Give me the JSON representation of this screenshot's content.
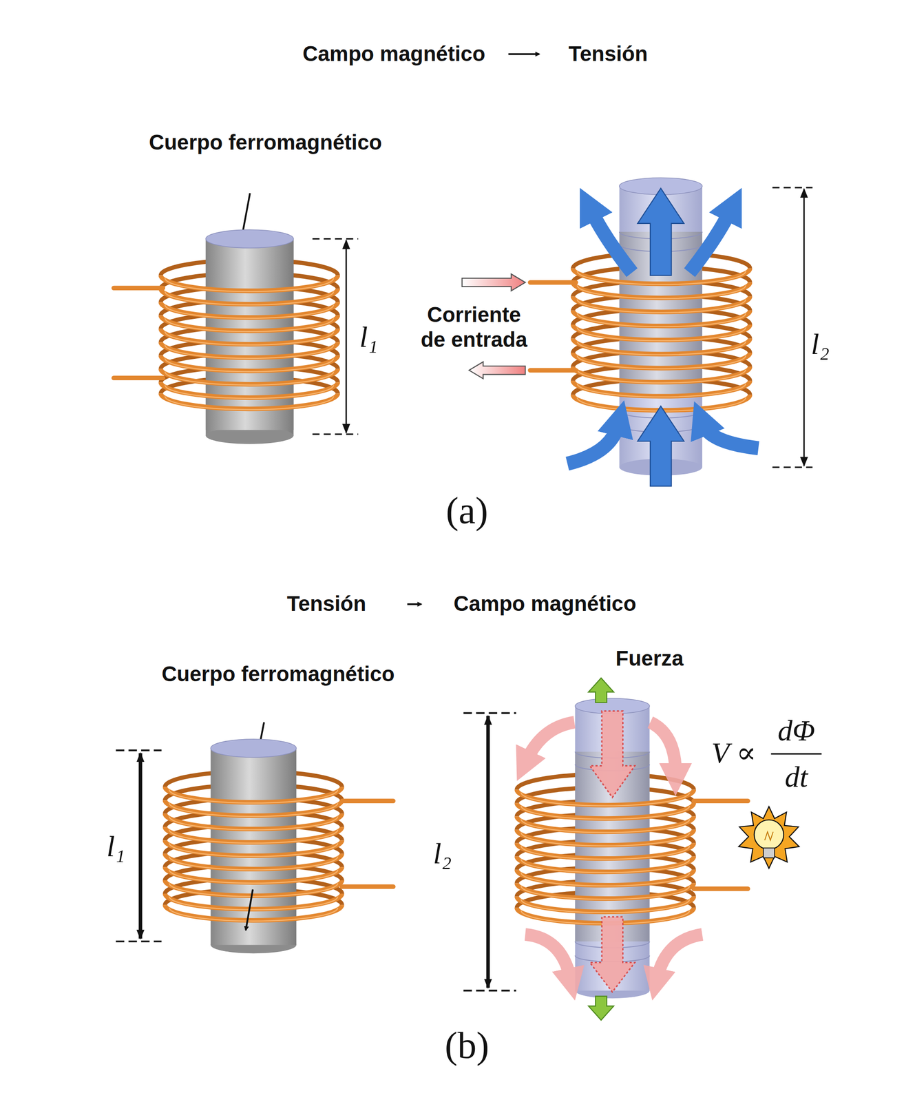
{
  "diagram": {
    "labels": [
      "Campo magnético",
      "Tensión",
      "Cuerpo ferromagnético",
      "l₁",
      "Corriente de entrada",
      "l₂",
      "(a)",
      "Tensión",
      "Campo magnético",
      "Cuerpo ferromagnético",
      "Fuerza",
      "l₁",
      "l₂",
      "V ∝",
      "dΦ",
      "dt",
      "(b)"
    ]
  }
}
